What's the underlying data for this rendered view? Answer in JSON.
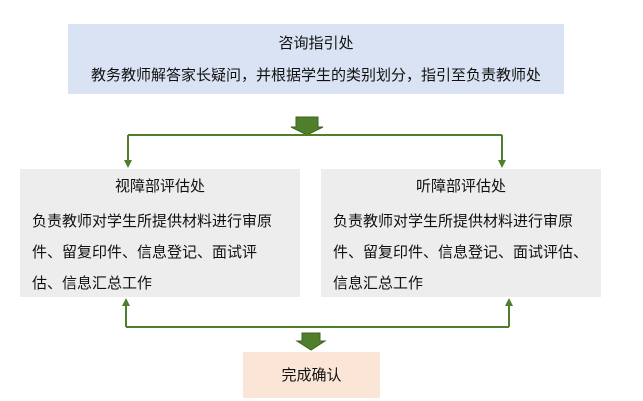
{
  "top_box": {
    "title": "咨询指引处",
    "text": "教务教师解答家长疑问，并根据学生的类别划分，指引至负责教师处"
  },
  "left_box": {
    "title": "视障部评估处",
    "lines": [
      "负责教师对学生所提供材料进行审原",
      "件、留复印件、信息登记、面试评",
      "估、信息汇总工作"
    ]
  },
  "right_box": {
    "title": "听障部评估处",
    "lines": [
      "负责教师对学生所提供材料进行审原",
      "件、留复印件、信息登记、面试评估、",
      "信息汇总工作"
    ]
  },
  "final_box": {
    "label": "完成确认"
  },
  "colors": {
    "top_fill": "#dae3f3",
    "side_fill": "#ededed",
    "final_fill": "#fbe5d6",
    "connector": "#4f7f2b"
  }
}
